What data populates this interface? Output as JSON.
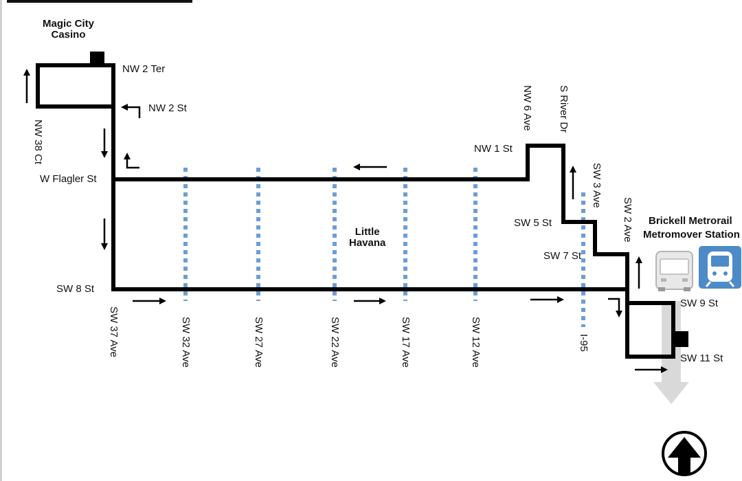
{
  "title_partial": "EN PLERNAT AN",
  "landmarks": {
    "casino_line1": "Magic City",
    "casino_line2": "Casino",
    "district_line1": "Little",
    "district_line2": "Havana",
    "station_line1": "Brickell Metrorail",
    "station_line2": "Metromover Station"
  },
  "streets": {
    "nw_2_ter": "NW 2 Ter",
    "nw_2_st": "NW 2 St",
    "w_flagler_st": "W Flagler St",
    "sw_8_st": "SW 8 St",
    "nw_1_st": "NW 1 St",
    "sw_5_st": "SW 5 St",
    "sw_7_st": "SW 7 St",
    "sw_9_st": "SW 9 St",
    "sw_11_st": "SW 11 St"
  },
  "avenues": {
    "nw_38_ct": "NW 38 Ct",
    "sw_37_ave": "SW 37 Ave",
    "sw_32_ave": "SW 32 Ave",
    "sw_27_ave": "SW 27 Ave",
    "sw_22_ave": "SW 22 Ave",
    "sw_17_ave": "SW 17 Ave",
    "sw_12_ave": "SW 12 Ave",
    "nw_6_ave": "NW 6 Ave",
    "s_river_dr": "S River Dr",
    "sw_3_ave": "SW 3 Ave",
    "sw_2_ave": "SW 2 Ave",
    "i_95": "I-95"
  },
  "icons": [
    "bus-icon",
    "metromover-icon",
    "north-arrow-icon"
  ],
  "colors": {
    "route": "#000000",
    "dotted_avenue": "#6e9ed1",
    "metromover_bg": "#4d8ac8",
    "walk_arrow": "#d9d9d9"
  }
}
